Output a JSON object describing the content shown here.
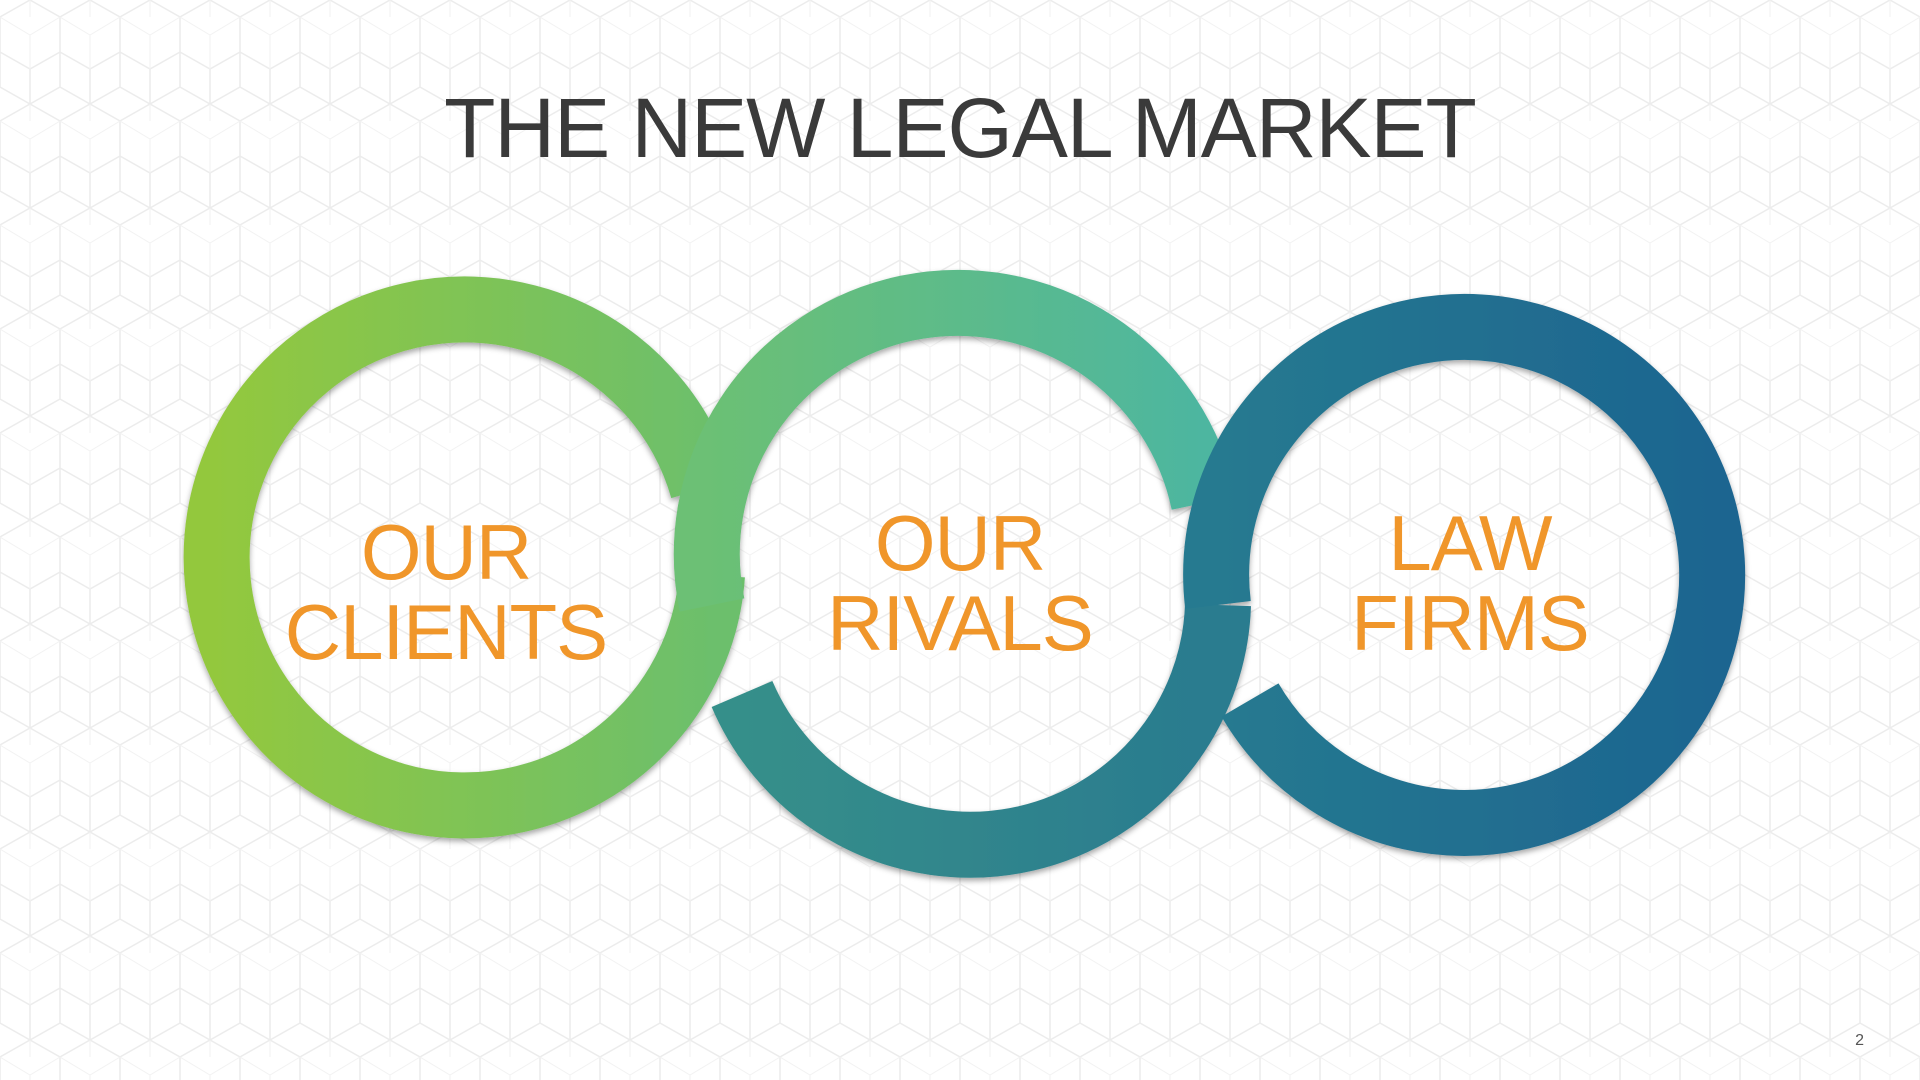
{
  "slide": {
    "title": "THE NEW LEGAL MARKET",
    "page_number": "2"
  },
  "circles": [
    {
      "line1": "OUR",
      "line2": "CLIENTS"
    },
    {
      "line1": "OUR",
      "line2": "RIVALS"
    },
    {
      "line1": "LAW",
      "line2": "FIRMS"
    }
  ],
  "colors": {
    "title": "#3a3a3a",
    "label": "#f0962a",
    "green": "#8dc63f",
    "teal": "#4db6a0",
    "mid_teal": "#2e8a8f",
    "blue": "#1f6a94"
  }
}
